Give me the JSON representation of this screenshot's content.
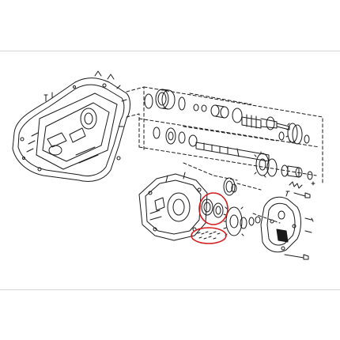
{
  "diagram": {
    "type": "exploded-parts-drawing",
    "subject": "engine-transmission-assembly",
    "line_color": "#1a1a1a",
    "highlight_color": "#d41c1c",
    "background_color": "#ffffff",
    "rule_color": "#d4d4d4",
    "highlighted_parts": [
      "oil-seal-ring-large",
      "oil-seal-ring-small",
      "small-parts-group"
    ]
  }
}
